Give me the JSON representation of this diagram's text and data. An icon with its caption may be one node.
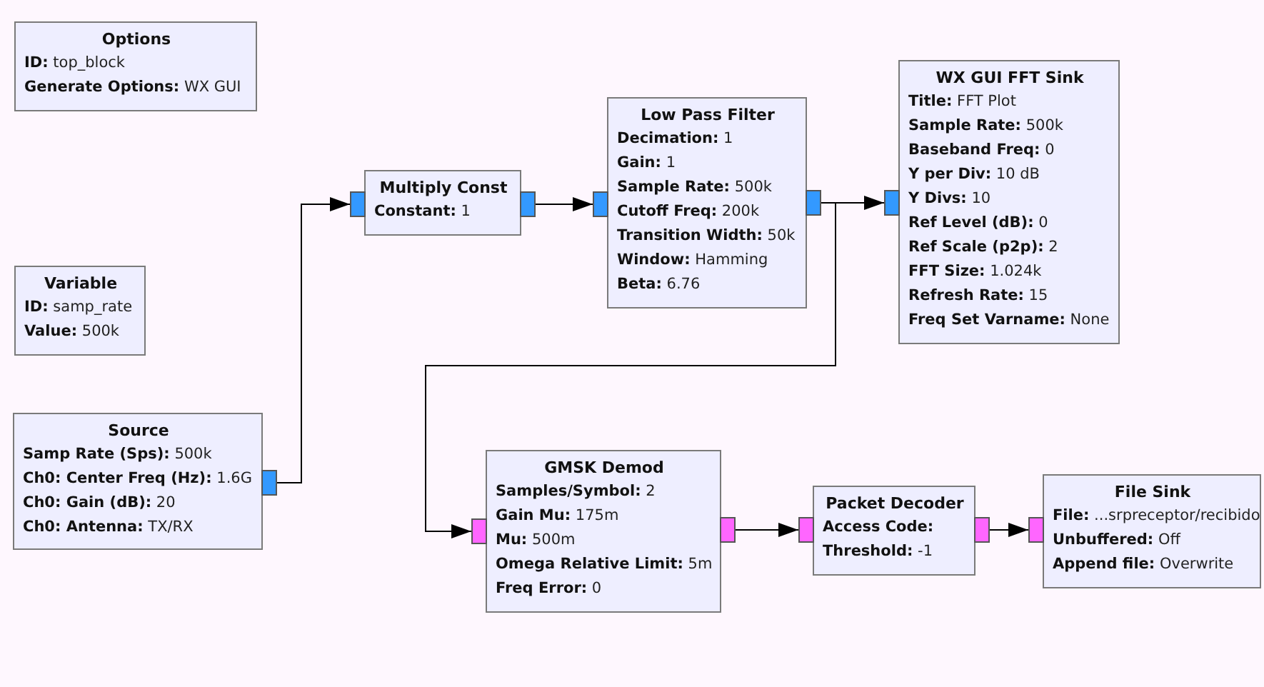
{
  "diagram": {
    "nodes": [
      {
        "text": [
          "Options",
          "**ID:** top_block",
          "**Generate Options:** WX GUI"
        ]
      },
      {
        "text": [
          "Variable",
          "**ID:** samp_rate",
          "**Value:** 500k"
        ]
      },
      {
        "text": [
          "Source",
          "**Samp Rate (Sps):** 500k",
          "**Ch0: Center Freq (Hz):** 1.6G",
          "**Ch0: Gain (dB):** 20",
          "**Ch0: Antenna:** TX/RX"
        ]
      },
      {
        "text": [
          "Multiply Const",
          "**Constant:** 1"
        ]
      },
      {
        "text": [
          "Low Pass Filter",
          "**Decimation:** 1",
          "**Gain:** 1",
          "**Sample Rate:** 500k",
          "**Cutoff Freq:** 200k",
          "**Transition Width:** 50k",
          "**Window:** Hamming",
          "**Beta:** 6.76"
        ]
      },
      {
        "text": [
          "WX GUI FFT Sink",
          "**Title:** FFT Plot",
          "**Sample Rate:** 500k",
          "**Baseband Freq:** 0",
          "**Y per Div:** 10 dB",
          "**Y Divs:** 10",
          "**Ref Level (dB):** 0",
          "**Ref Scale (p2p):** 2",
          "**FFT Size:** 1.024k",
          "**Refresh Rate:** 15",
          "**Freq Set Varname:** None"
        ]
      },
      {
        "text": [
          "GMSK Demod",
          "**Samples/Symbol:** 2",
          "**Gain Mu:** 175m",
          "**Mu:** 500m",
          "**Omega Relative Limit:** 5m",
          "**Freq Error:** 0"
        ]
      },
      {
        "text": [
          "Packet Decoder",
          "**Access Code:**",
          "**Threshold:** -1"
        ]
      },
      {
        "text": [
          "File Sink",
          "**File:** ...srpreceptor/recibido",
          "**Unbuffered:** Off",
          "**Append file:** Overwrite"
        ]
      }
    ],
    "edges": [
      {
        "from": 2,
        "to": 3,
        "arrow": "to"
      },
      {
        "from": 3,
        "to": 4,
        "arrow": "to"
      },
      {
        "from": 4,
        "to": 5,
        "arrow": "to"
      },
      {
        "from": 4,
        "to": 6,
        "arrow": "to"
      },
      {
        "from": 6,
        "to": 7,
        "arrow": "to"
      },
      {
        "from": 7,
        "to": 8,
        "arrow": "to"
      }
    ]
  }
}
